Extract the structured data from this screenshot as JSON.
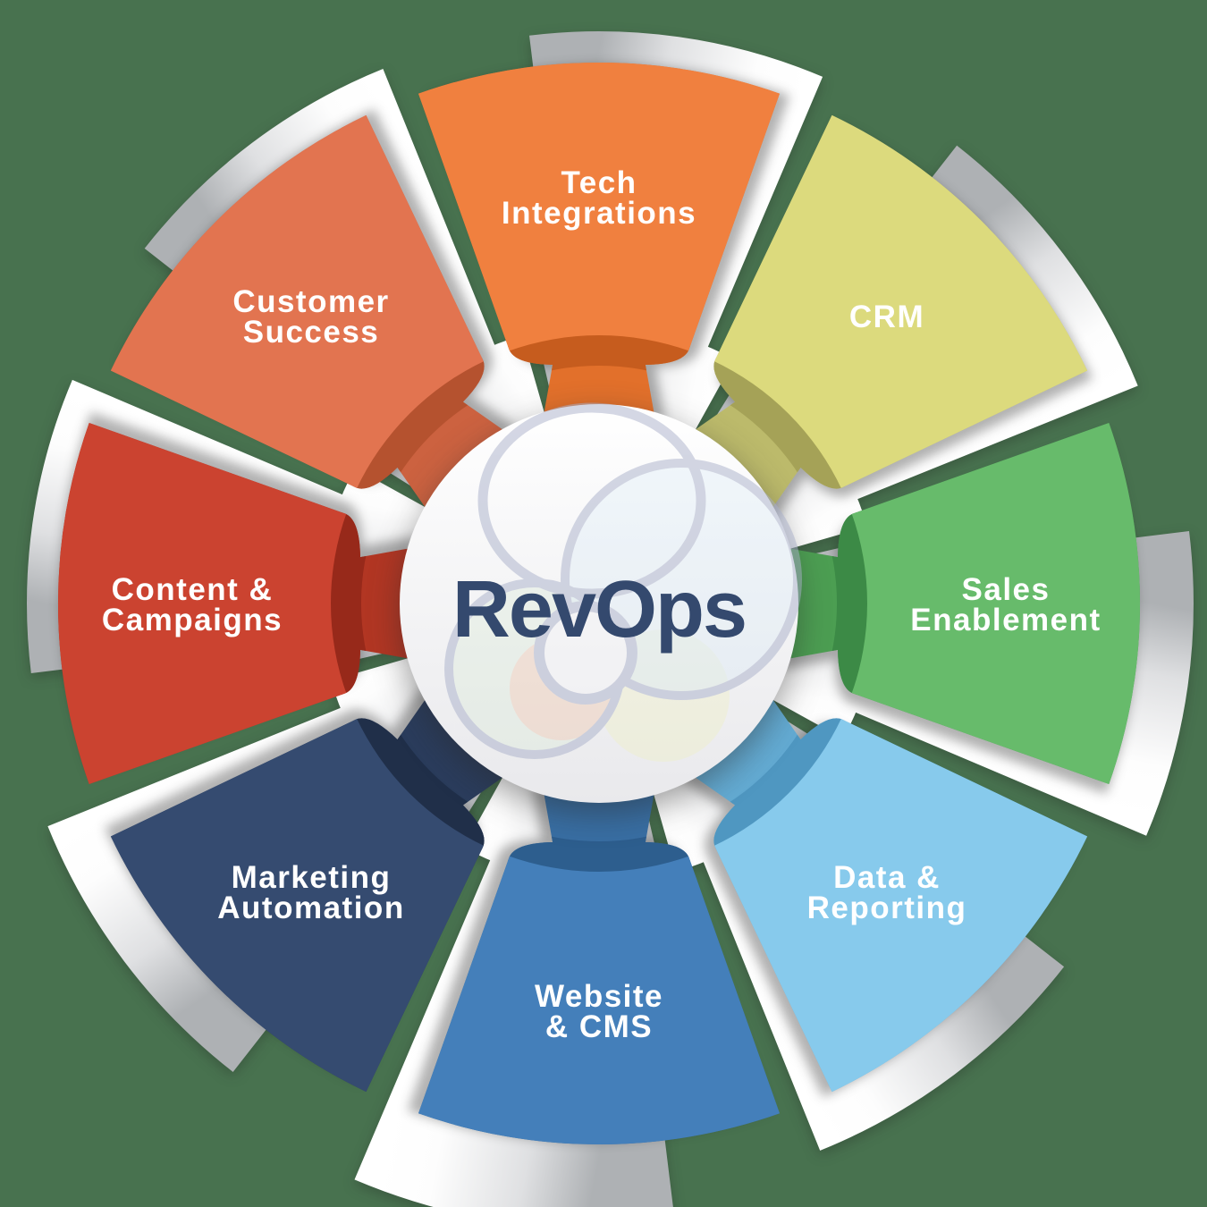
{
  "title": "RevOps",
  "background_color": "#48724F",
  "label_text_color": "#FFFFFF",
  "hub": {
    "title": "RevOps",
    "title_color": "#34496E",
    "fill_top": "#FFFFFF",
    "fill_bottom": "#E9E9EC"
  },
  "segments": [
    {
      "id": "tech-integrations",
      "label_lines": [
        "Tech",
        "Integrations"
      ],
      "colors": {
        "body": "#F0803F",
        "band": "#C65C1E",
        "neck": "#E2702B"
      }
    },
    {
      "id": "crm",
      "label_lines": [
        "CRM"
      ],
      "colors": {
        "body": "#DCDA7D",
        "band": "#A5A257",
        "neck": "#BCBA6B"
      }
    },
    {
      "id": "sales-enablement",
      "label_lines": [
        "Sales",
        "Enablement"
      ],
      "colors": {
        "body": "#67BB6B",
        "band": "#3C8A46",
        "neck": "#4C9E52"
      }
    },
    {
      "id": "data-reporting",
      "label_lines": [
        "Data &",
        "Reporting"
      ],
      "colors": {
        "body": "#87CAEC",
        "band": "#4F97C1",
        "neck": "#63ABD3"
      }
    },
    {
      "id": "website-cms",
      "label_lines": [
        "Website",
        "& CMS"
      ],
      "colors": {
        "body": "#447FBA",
        "band": "#2D5E8E",
        "neck": "#386EA3"
      }
    },
    {
      "id": "marketing-automation",
      "label_lines": [
        "Marketing",
        "Automation"
      ],
      "colors": {
        "body": "#354B70",
        "band": "#202F49",
        "neck": "#2A3C5C"
      }
    },
    {
      "id": "content-campaigns",
      "label_lines": [
        "Content &",
        "Campaigns"
      ],
      "colors": {
        "body": "#CB4330",
        "band": "#97291A",
        "neck": "#B23623"
      }
    },
    {
      "id": "customer-success",
      "label_lines": [
        "Customer",
        "Success"
      ],
      "colors": {
        "body": "#E27450",
        "band": "#B5522F",
        "neck": "#CC6240"
      }
    }
  ],
  "watermark": {
    "stroke": "#A9B0CA",
    "blue_fill": "#CFE6F4",
    "green_fill": "#D9EAD5",
    "peach_fill": "#F3C0A8",
    "yellow_fill": "#EDEFC0"
  }
}
